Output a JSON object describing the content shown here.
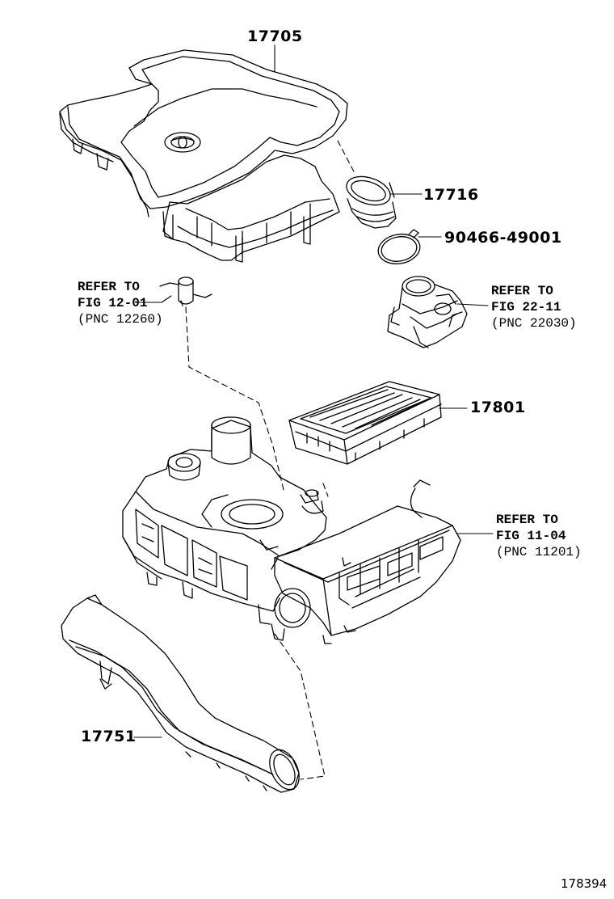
{
  "parts": {
    "p17705": "17705",
    "p17716": "17716",
    "p90466": "90466-49001",
    "p17801": "17801",
    "p17751": "17751"
  },
  "refs": {
    "ref_12_01": {
      "line1": "REFER TO",
      "line2": "FIG 12-01",
      "line3": "(PNC 12260)"
    },
    "ref_22_11": {
      "line1": "REFER TO",
      "line2": "FIG 22-11",
      "line3": "(PNC 22030)"
    },
    "ref_11_04": {
      "line1": "REFER TO",
      "line2": "FIG 11-04",
      "line3": "(PNC 11201)"
    }
  },
  "figure_id": "178394",
  "colors": {
    "ink": "#000000",
    "background": "#ffffff"
  }
}
